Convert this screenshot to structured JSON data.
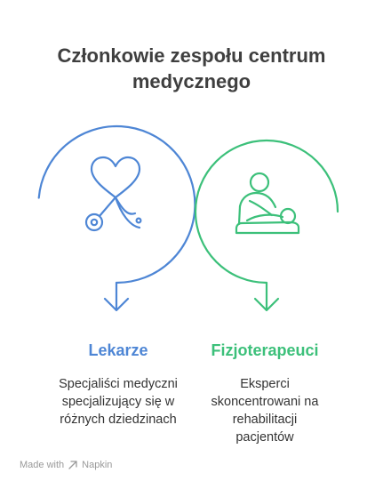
{
  "title": {
    "line1": "Członkowie zespołu centrum",
    "line2": "medycznego"
  },
  "colors": {
    "doctors": "#4e86d5",
    "physio": "#3cc07a",
    "title": "#3f3f3f",
    "text": "#333333",
    "footer": "#9a9a9a"
  },
  "left": {
    "name": "Lekarze",
    "desc_lines": [
      "Specjaliści medyczni",
      "specjalizujący się w",
      "różnych dziedzinach"
    ],
    "icon": "heart-stethoscope-icon"
  },
  "right": {
    "name": "Fizjoterapeuci",
    "desc_lines": [
      "Eksperci",
      "skoncentrowani na",
      "rehabilitacji",
      "pacjentów"
    ],
    "icon": "massage-therapy-icon"
  },
  "footer": {
    "made_with": "Made with",
    "brand": "Napkin"
  }
}
